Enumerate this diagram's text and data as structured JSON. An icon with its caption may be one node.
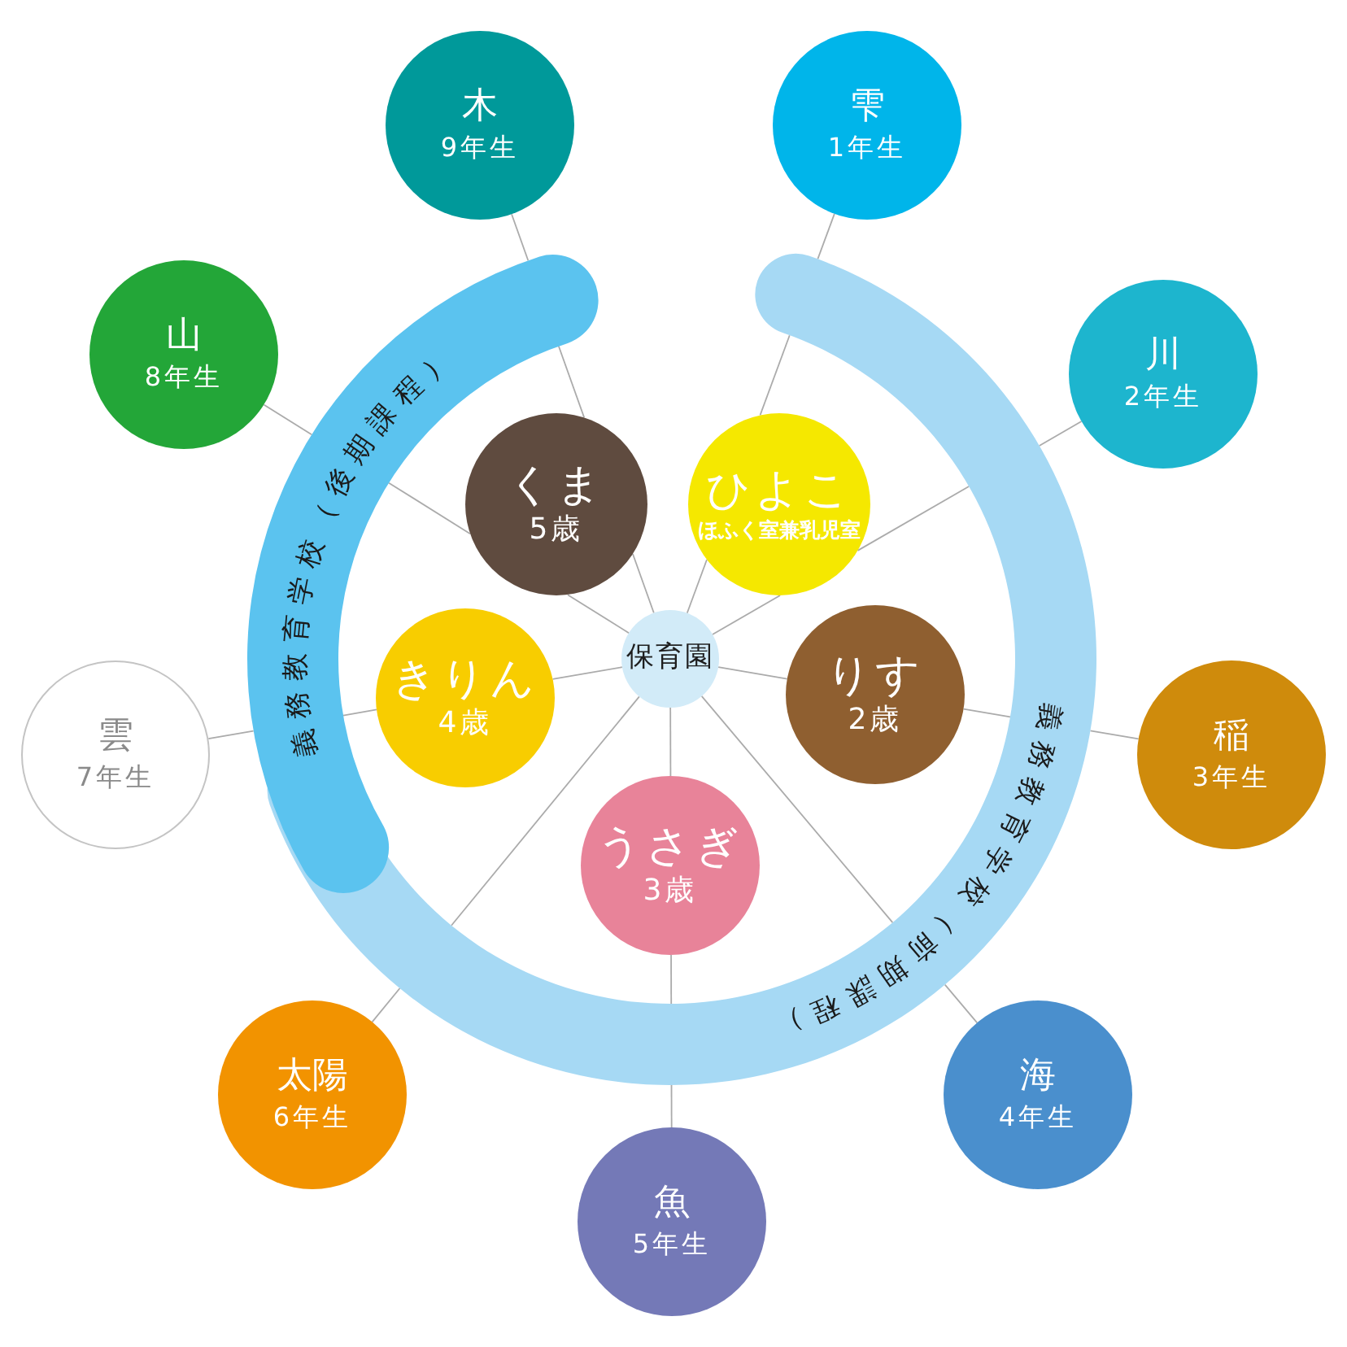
{
  "diagram": {
    "nodes": [
      {
        "text": [
          "木",
          "9年生"
        ]
      },
      {
        "text": [
          "雫",
          "1年生"
        ]
      },
      {
        "text": [
          "山",
          "8年生"
        ]
      },
      {
        "text": [
          "川",
          "2年生"
        ]
      },
      {
        "text": [
          "義務教育学校（後期課程）"
        ]
      },
      {
        "text": [
          "義務教育学校（前期課程）"
        ]
      },
      {
        "text": [
          "くま",
          "5歳"
        ]
      },
      {
        "text": [
          "ひよこ",
          "ほふく室兼乳児室"
        ]
      },
      {
        "text": [
          "保育園"
        ]
      },
      {
        "text": [
          "きりん",
          "4歳"
        ]
      },
      {
        "text": [
          "りす",
          "2歳"
        ]
      },
      {
        "text": [
          "雲",
          "7年生"
        ]
      },
      {
        "text": [
          "稲",
          "3年生"
        ]
      },
      {
        "text": [
          "うさぎ",
          "3歳"
        ]
      },
      {
        "text": [
          "太陽",
          "6年生"
        ]
      },
      {
        "text": [
          "海",
          "4年生"
        ]
      },
      {
        "text": [
          "魚",
          "5年生"
        ]
      }
    ],
    "edges": [
      {
        "from": 0,
        "to": 4,
        "arrow": "none"
      },
      {
        "from": 1,
        "to": 5,
        "arrow": "none"
      },
      {
        "from": 2,
        "to": 4,
        "arrow": "none"
      },
      {
        "from": 3,
        "to": 5,
        "arrow": "none"
      },
      {
        "from": 4,
        "to": 6,
        "arrow": "none"
      },
      {
        "from": 5,
        "to": 7,
        "arrow": "none"
      },
      {
        "from": 4,
        "to": 6,
        "arrow": "none"
      },
      {
        "from": 5,
        "to": 7,
        "arrow": "none"
      },
      {
        "from": 6,
        "to": 8,
        "arrow": "none"
      },
      {
        "from": 6,
        "to": 8,
        "arrow": "none"
      },
      {
        "from": 7,
        "to": 8,
        "arrow": "none"
      },
      {
        "from": 7,
        "to": 8,
        "arrow": "none"
      },
      {
        "from": 11,
        "to": 4,
        "arrow": "none"
      },
      {
        "from": 4,
        "to": 9,
        "arrow": "none"
      },
      {
        "from": 9,
        "to": 8,
        "arrow": "none"
      },
      {
        "from": 12,
        "to": 5,
        "arrow": "none"
      },
      {
        "from": 5,
        "to": 10,
        "arrow": "none"
      },
      {
        "from": 10,
        "to": 8,
        "arrow": "none"
      },
      {
        "from": 16,
        "to": 5,
        "arrow": "none"
      },
      {
        "from": 5,
        "to": 13,
        "arrow": "none"
      },
      {
        "from": 13,
        "to": 8,
        "arrow": "none"
      },
      {
        "from": 14,
        "to": 5,
        "arrow": "none"
      },
      {
        "from": 5,
        "to": 8,
        "arrow": "none"
      },
      {
        "from": 15,
        "to": 5,
        "arrow": "none"
      },
      {
        "from": 5,
        "to": 8,
        "arrow": "none"
      }
    ]
  }
}
